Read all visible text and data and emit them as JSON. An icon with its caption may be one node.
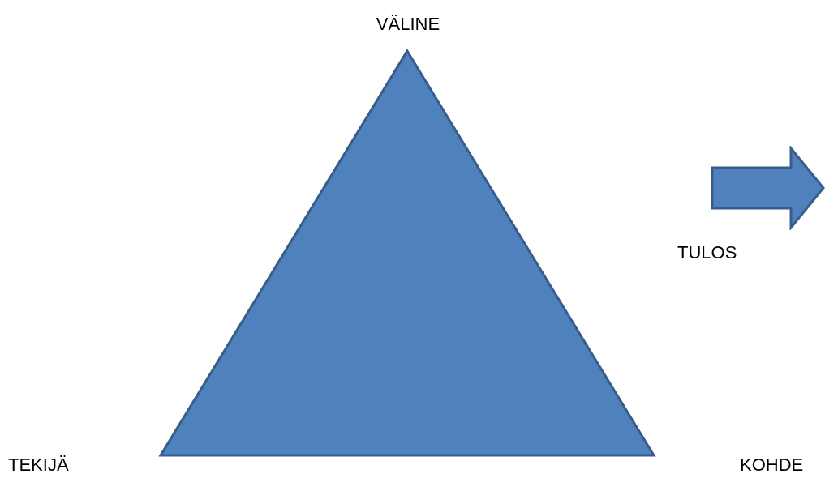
{
  "diagram": {
    "nodes": [
      {
        "text": [],
        "shape": "triangle"
      }
    ],
    "labels": [
      "VÄLINE",
      "TULOS",
      "TEKIJÄ",
      "KOHDE"
    ]
  }
}
